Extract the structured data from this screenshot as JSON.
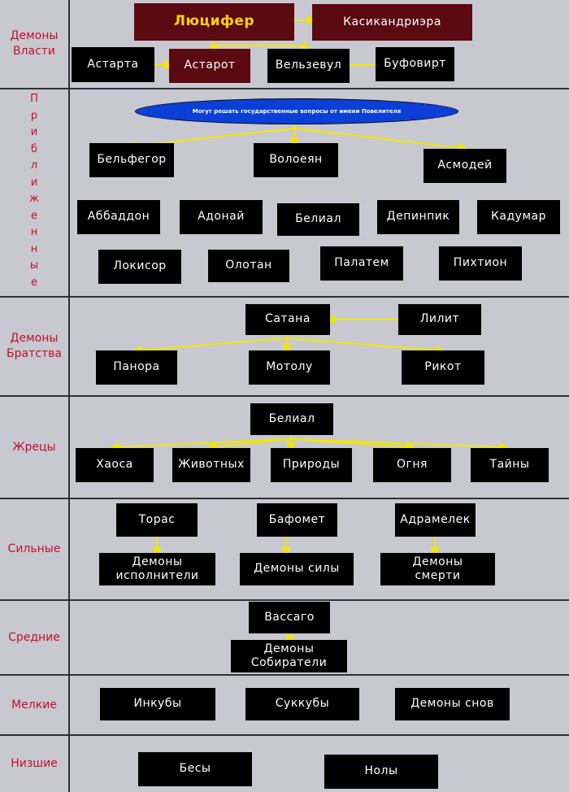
{
  "categories": [
    {
      "id": "vlasti",
      "label_lines": [
        "Демоны",
        "Власти"
      ]
    },
    {
      "id": "priblizhennye",
      "letters": [
        "П",
        "р",
        "и",
        "б",
        "л",
        "и",
        "ж",
        "е",
        "н",
        "н",
        "ы",
        "е"
      ]
    },
    {
      "id": "bratstva",
      "label_lines": [
        "Демоны",
        "Братства"
      ]
    },
    {
      "id": "zhretsy",
      "label_lines": [
        "Жрецы"
      ]
    },
    {
      "id": "silnye",
      "label_lines": [
        "Сильные"
      ]
    },
    {
      "id": "srednie",
      "label_lines": [
        "Средние"
      ]
    },
    {
      "id": "melkie",
      "label_lines": [
        "Мелкие"
      ]
    },
    {
      "id": "nizshie",
      "label_lines": [
        "Низшие"
      ]
    }
  ],
  "oval_text": "Могут решать государственные вопросы от имени Повелителя",
  "nodes": {
    "lucifer": "Люцифер",
    "kasikandriera": "Касикандриэра",
    "astarta": "Астарта",
    "astarot": "Астарот",
    "velzevul": "Вельзевул",
    "bufovirt": "Буфовирт",
    "belfegor": "Бельфегор",
    "voloeyan": "Волоеян",
    "asmodey": "Асмодей",
    "abbadon": "Аббаддон",
    "adonay": "Адонай",
    "belial_p": "Белиал",
    "depinpik": "Депинпик",
    "kadumar": "Кадумар",
    "lokisor": "Локисор",
    "olotan": "Олотан",
    "palatem": "Палатем",
    "pikhtion": "Пихтион",
    "satana": "Сатана",
    "lilit": "Лилит",
    "panora": "Панора",
    "motolu": "Мотолу",
    "rikot": "Рикот",
    "belial_z": "Белиал",
    "khaosa": "Хаоса",
    "zhivotnykh": "Животных",
    "prirody": "Природы",
    "ognya": "Огня",
    "tayny": "Тайны",
    "toras": "Торас",
    "bafomet": "Бафомет",
    "adramelek": "Адрамелек",
    "ispolniteli": "Демоны исполнители",
    "sily": "Демоны силы",
    "smerti": "Демоны смерти",
    "vassago": "Вассаго",
    "sobirateli": "Демоны Собиратели",
    "inkuby": "Инкубы",
    "sukkuby": "Суккубы",
    "demony_snov": "Демоны снов",
    "besy": "Бесы",
    "noly": "Нолы"
  },
  "colors": {
    "background": "#c8c8d0",
    "node_bg": "#000000",
    "node_top_bg": "#5a0a10",
    "node_text": "#ffffff",
    "highlight_text": "#ffd200",
    "connector": "#f2e600",
    "label_text": "#c0102a",
    "oval_bg": "#0b3fd6"
  }
}
